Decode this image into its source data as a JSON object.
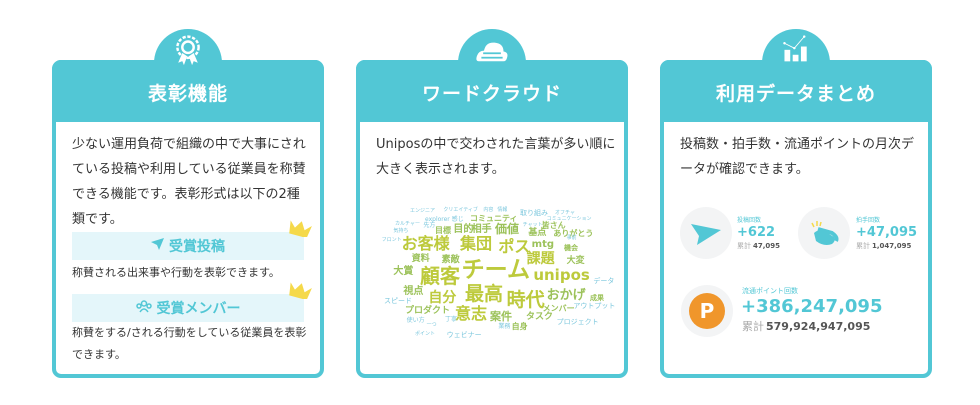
{
  "cards": [
    {
      "title": "表彰機能",
      "icon": "award-ribbon-icon",
      "description": "少ない運用負荷で組織の中で大事にされている投稿や利用している従業員を称賛できる機能です。表彰形式は以下の2種類です。",
      "types": [
        {
          "label": "受賞投稿",
          "icon": "paper-plane-icon",
          "description": "称賛される出来事や行動を表彰できます。"
        },
        {
          "label": "受賞メンバー",
          "icon": "people-icon",
          "description": "称賛をする/される行動をしている従業員を表彰できます。"
        }
      ]
    },
    {
      "title": "ワードクラウド",
      "icon": "cloud-icon",
      "description": "Uniposの中で交わされた言葉が多い順に大きく表示されます。",
      "words": [
        "エンジニア",
        "クリエイティブ",
        "内容",
        "情報",
        "取り組み",
        "オフチャ",
        "カルチャー",
        "explorer 感じ",
        "コミュニティ",
        "コミュニケーション",
        "気持ち",
        "先方",
        "チャット",
        "皆さん",
        "目標",
        "目的",
        "相手",
        "価値",
        "基点",
        "ありがとう",
        "フロント",
        "お客様",
        "集団",
        "ポス",
        "mtg",
        "事前",
        "機会",
        "資料",
        "素敵",
        "課題",
        "大変",
        "大賞",
        "顧客",
        "チーム",
        "unipos",
        "データ",
        "視点",
        "自分",
        "最高",
        "時代",
        "おかげ",
        "成果",
        "スピード",
        "意志",
        "案件",
        "メンバー",
        "アウトプット",
        "プロダクト",
        "タスク",
        "使い方",
        "丁寧",
        "一つ",
        "業務",
        "自身",
        "プロジェクト",
        "ポイント",
        "ウェビナー"
      ]
    },
    {
      "title": "利用データまとめ",
      "icon": "bar-chart-icon",
      "description": "投稿数・拍手数・流通ポイントの月次データが確認できます。",
      "stats": [
        {
          "label": "投稿回数",
          "value": "+622",
          "total_label": "累計",
          "total": "47,095",
          "icon": "paper-plane-icon"
        },
        {
          "label": "拍手回数",
          "value": "+47,095",
          "total_label": "累計",
          "total": "1,047,095",
          "icon": "clapping-hands-icon"
        },
        {
          "label": "流通ポイント回数",
          "value": "+386,247,095",
          "total_label": "累計",
          "total": "579,924,947,095",
          "icon": "point-coin-icon"
        }
      ]
    }
  ],
  "colors": {
    "accent": "#52c7d5",
    "badge_bg": "#e4f6fa",
    "crown": "#f5d94a",
    "point": "#f0962b"
  }
}
